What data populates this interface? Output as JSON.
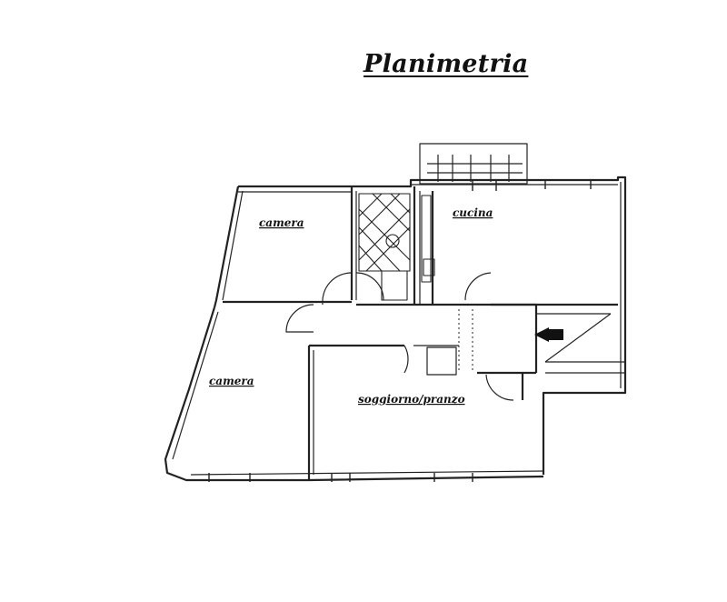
{
  "title": "Planimetria",
  "rooms": {
    "camera_top": "camera",
    "cucina": "cucina",
    "camera_bottom": "camera",
    "soggiorno": "soggiorno/pranzo"
  }
}
